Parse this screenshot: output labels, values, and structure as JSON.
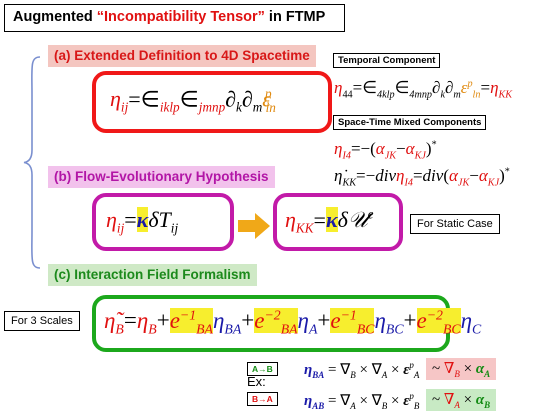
{
  "title": {
    "prefix": "Augmented ",
    "highlight": "“Incompatibility Tensor”",
    "suffix": " in FTMP"
  },
  "sections": {
    "a": "(a) Extended Definition to 4D Spacetime",
    "b": "(b) Flow-Evolutionary Hypothesis",
    "c": "(c) Interaction Field Formalism"
  },
  "labels": {
    "temporal": "Temporal Component",
    "mixed": "Space-Time Mixed Components",
    "static": "For Static Case",
    "scales": "For 3 Scales",
    "ex": "Ex:",
    "tag_ab": "A→B",
    "tag_ba": "B→A"
  },
  "colors": {
    "red": "#e01010",
    "magenta": "#c21aa8",
    "green": "#1ca81c",
    "highlight": "#f7ee2e",
    "arrow": "#f0a818"
  }
}
